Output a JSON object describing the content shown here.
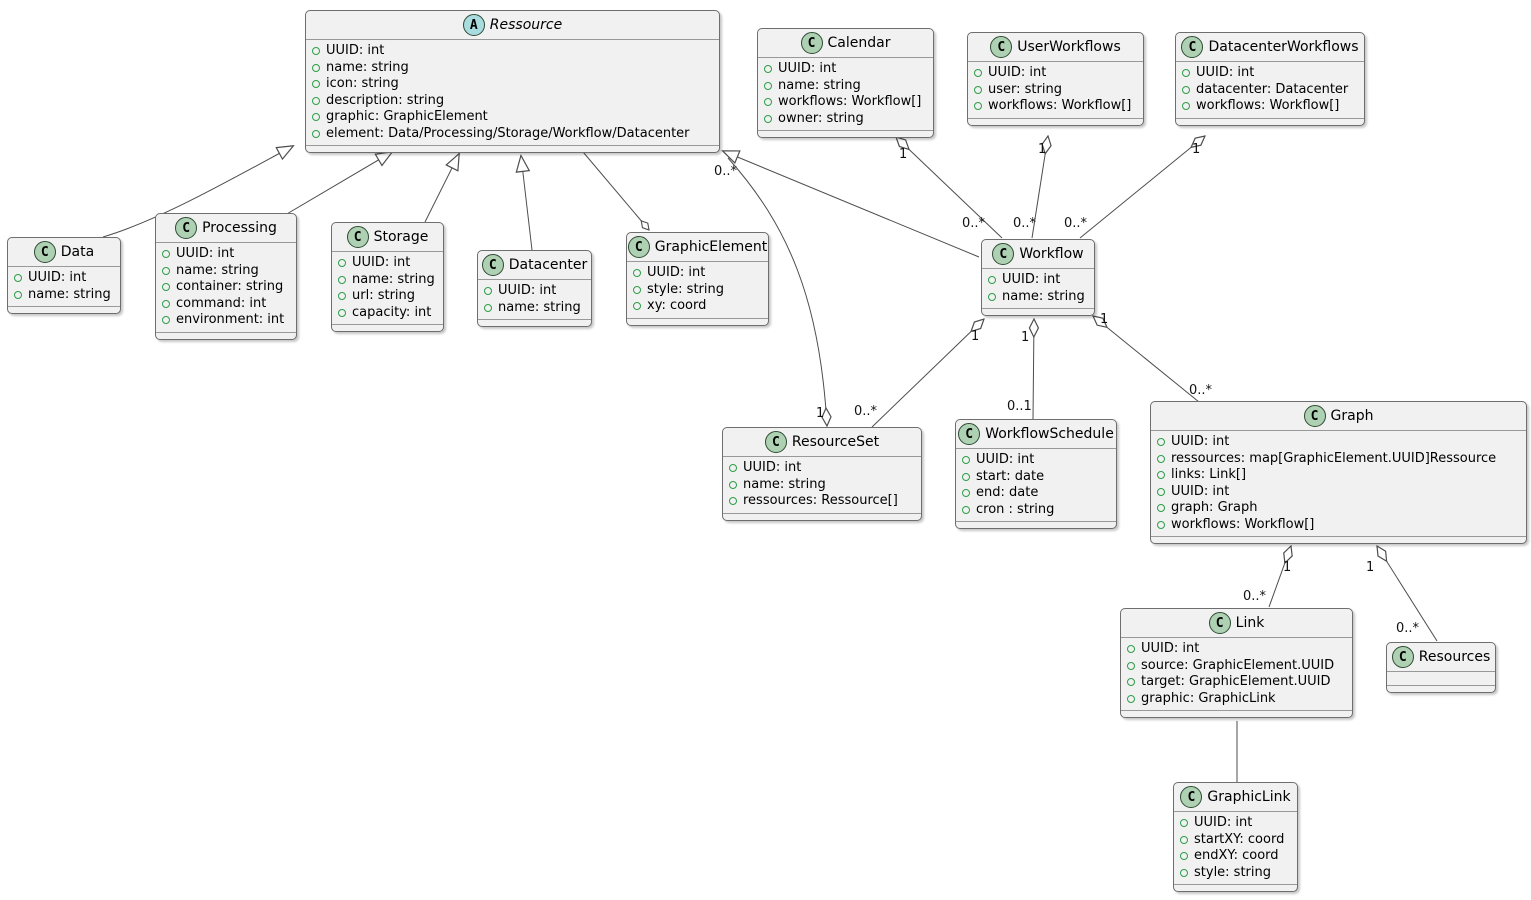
{
  "diagram": {
    "type": "uml-class-diagram",
    "icon_letters": {
      "class": "C",
      "abstract": "A"
    },
    "colors": {
      "class_icon_bg": "#ADD1B2",
      "abstract_icon_bg": "#A9DCDF",
      "field_visibility": "#2e9e49",
      "box_bg": "#f1f1f1",
      "box_border": "#6e6e6e",
      "edge": "#4d4d4d"
    },
    "classes": [
      {
        "id": "ressource",
        "stereotype": "abstract",
        "name": "Ressource",
        "attributes": [
          "UUID: int",
          "name: string",
          "icon: string",
          "description: string",
          "graphic: GraphicElement",
          "element: Data/Processing/Storage/Workflow/Datacenter"
        ]
      },
      {
        "id": "calendar",
        "stereotype": "class",
        "name": "Calendar",
        "attributes": [
          "UUID: int",
          "name: string",
          "workflows: Workflow[]",
          "owner: string"
        ]
      },
      {
        "id": "user-workflows",
        "stereotype": "class",
        "name": "UserWorkflows",
        "attributes": [
          "UUID: int",
          "user: string",
          "workflows: Workflow[]"
        ]
      },
      {
        "id": "datacenter-workflows",
        "stereotype": "class",
        "name": "DatacenterWorkflows",
        "attributes": [
          "UUID: int",
          "datacenter: Datacenter",
          "workflows: Workflow[]"
        ]
      },
      {
        "id": "data",
        "stereotype": "class",
        "name": "Data",
        "attributes": [
          "UUID: int",
          "name: string"
        ]
      },
      {
        "id": "processing",
        "stereotype": "class",
        "name": "Processing",
        "attributes": [
          "UUID: int",
          "name: string",
          "container: string",
          "command: int",
          "environment: int"
        ]
      },
      {
        "id": "storage",
        "stereotype": "class",
        "name": "Storage",
        "attributes": [
          "UUID: int",
          "name: string",
          "url: string",
          "capacity: int"
        ]
      },
      {
        "id": "datacenter",
        "stereotype": "class",
        "name": "Datacenter",
        "attributes": [
          "UUID: int",
          "name: string"
        ]
      },
      {
        "id": "graphic-element",
        "stereotype": "class",
        "name": "GraphicElement",
        "attributes": [
          "UUID: int",
          "style: string",
          "xy: coord"
        ]
      },
      {
        "id": "workflow",
        "stereotype": "class",
        "name": "Workflow",
        "attributes": [
          "UUID: int",
          "name: string"
        ]
      },
      {
        "id": "resource-set",
        "stereotype": "class",
        "name": "ResourceSet",
        "attributes": [
          "UUID: int",
          "name: string",
          "ressources: Ressource[]"
        ]
      },
      {
        "id": "workflow-schedule",
        "stereotype": "class",
        "name": "WorkflowSchedule",
        "attributes": [
          "UUID: int",
          "start: date",
          "end: date",
          "cron : string"
        ]
      },
      {
        "id": "graph",
        "stereotype": "class",
        "name": "Graph",
        "attributes": [
          "UUID: int",
          "ressources: map[GraphicElement.UUID]Ressource",
          "links: Link[]",
          "UUID: int",
          "graph: Graph",
          "workflows: Workflow[]"
        ]
      },
      {
        "id": "link",
        "stereotype": "class",
        "name": "Link",
        "attributes": [
          "UUID: int",
          "source: GraphicElement.UUID",
          "target: GraphicElement.UUID",
          "graphic: GraphicLink"
        ]
      },
      {
        "id": "resources",
        "stereotype": "class",
        "name": "Resources",
        "attributes": []
      },
      {
        "id": "graphic-link",
        "stereotype": "class",
        "name": "GraphicLink",
        "attributes": [
          "UUID: int",
          "startXY: coord",
          "endXY: coord",
          "style: string"
        ]
      }
    ],
    "relationships": [
      {
        "from": "Data",
        "to": "Ressource",
        "type": "generalization"
      },
      {
        "from": "Processing",
        "to": "Ressource",
        "type": "generalization"
      },
      {
        "from": "Storage",
        "to": "Ressource",
        "type": "generalization"
      },
      {
        "from": "Datacenter",
        "to": "Ressource",
        "type": "generalization"
      },
      {
        "from": "Workflow",
        "to": "Ressource",
        "type": "generalization"
      },
      {
        "from": "Ressource",
        "to": "GraphicElement",
        "type": "aggregation"
      },
      {
        "from": "Calendar",
        "to": "Workflow",
        "type": "aggregation"
      },
      {
        "from": "UserWorkflows",
        "to": "Workflow",
        "type": "aggregation"
      },
      {
        "from": "DatacenterWorkflows",
        "to": "Workflow",
        "type": "aggregation"
      },
      {
        "from": "ResourceSet",
        "to": "Ressource",
        "type": "aggregation"
      },
      {
        "from": "Workflow",
        "to": "ResourceSet",
        "type": "aggregation"
      },
      {
        "from": "Workflow",
        "to": "WorkflowSchedule",
        "type": "aggregation"
      },
      {
        "from": "Workflow",
        "to": "Graph",
        "type": "aggregation"
      },
      {
        "from": "Graph",
        "to": "Link",
        "type": "aggregation"
      },
      {
        "from": "Graph",
        "to": "Resources",
        "type": "aggregation"
      },
      {
        "from": "Link",
        "to": "GraphicLink",
        "type": "association"
      }
    ],
    "multiplicities": {
      "calendar_workflow": {
        "parent": "1",
        "child": "0..*"
      },
      "userworkflows_workflow": {
        "parent": "1",
        "child": "0..*"
      },
      "datacenterworkflows_workflow": {
        "parent": "1",
        "child": "0..*"
      },
      "resourceset_ressource": {
        "parent": "1",
        "child": "0..*"
      },
      "workflow_resourceset": {
        "parent": "1",
        "child": "0..*"
      },
      "workflow_workflowschedule": {
        "parent": "1",
        "child": "0..1"
      },
      "workflow_graph": {
        "parent": "1",
        "child": "0..*"
      },
      "graph_link": {
        "parent": "1",
        "child": "0..*"
      },
      "graph_resources": {
        "parent": "1",
        "child": "0..*"
      }
    }
  }
}
